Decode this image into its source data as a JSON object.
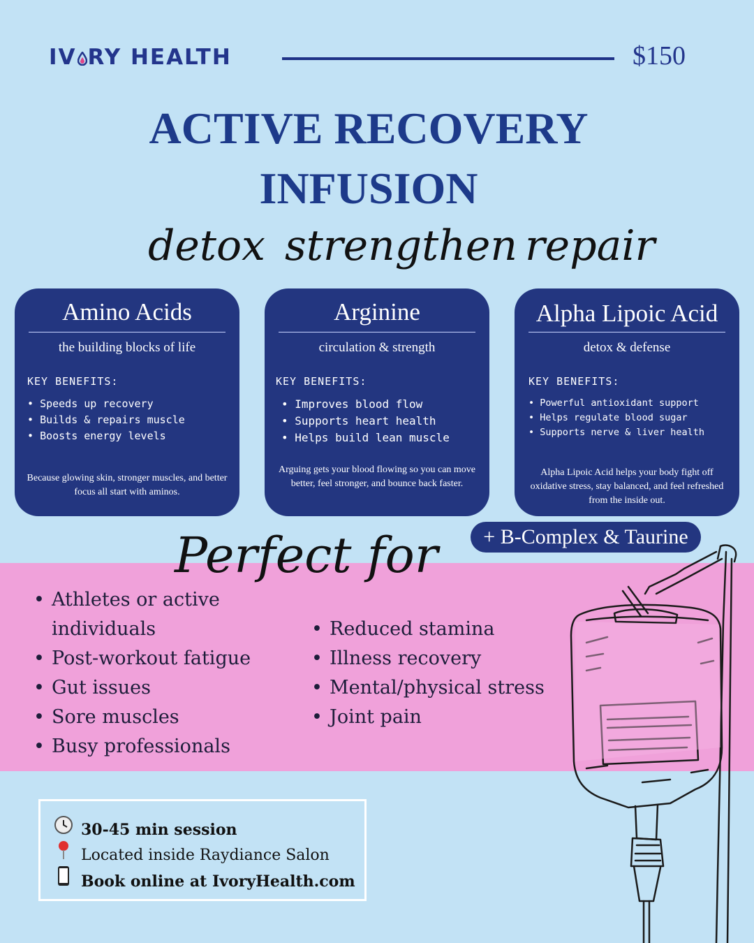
{
  "header": {
    "brand": "IVORY HEALTH",
    "brand_part1": "IV",
    "brand_part2": "RY HEALTH",
    "price": "$150"
  },
  "title": {
    "line1": "ACTIVE RECOVERY",
    "line2": "INFUSION"
  },
  "scripts": {
    "word1": "detox",
    "word2": "strengthen",
    "word3": "repair",
    "perfect_for": "Perfect for"
  },
  "cards": [
    {
      "name": "Amino Acids",
      "tagline": "the building blocks of life",
      "key_benefits_label": "KEY BENEFITS:",
      "benefits": [
        "Speeds up recovery",
        "Builds & repairs muscle",
        "Boosts energy levels"
      ],
      "description": "Because glowing skin, stronger muscles, and better focus all start with aminos."
    },
    {
      "name": "Arginine",
      "tagline": "circulation & strength",
      "key_benefits_label": "KEY BENEFITS:",
      "benefits": [
        "Improves blood flow",
        "Supports heart health",
        "Helps build lean muscle"
      ],
      "description": "Arguing gets your blood flowing so you can move better, feel stronger, and bounce back faster."
    },
    {
      "name": "Alpha Lipoic Acid",
      "tagline": "detox & defense",
      "key_benefits_label": "KEY BENEFITS:",
      "benefits": [
        "Powerful antioxidant support",
        "Helps regulate blood sugar",
        "Supports nerve & liver health"
      ],
      "description": "Alpha Lipoic Acid helps your body fight off oxidative stress, stay balanced, and feel refreshed from the inside out."
    }
  ],
  "extra_badge": "+ B-Complex & Taurine",
  "perfect_for": {
    "left": [
      "Athletes or active individuals",
      "Post-workout fatigue",
      "Gut issues",
      "Sore muscles",
      "Busy professionals"
    ],
    "right": [
      "Reduced stamina",
      "Illness recovery",
      "Mental/physical stress",
      "Joint pain"
    ]
  },
  "info": {
    "session": "30-45 min session",
    "location": "Located inside Raydiance Salon",
    "booking": "Book online at IvoryHealth.com",
    "icons": [
      "clock-icon",
      "pin-icon",
      "phone-icon"
    ]
  },
  "colors": {
    "navy": "#233680",
    "sky": "#c2e2f5",
    "pink": "#f0a1da",
    "drop": "#e0458a"
  }
}
